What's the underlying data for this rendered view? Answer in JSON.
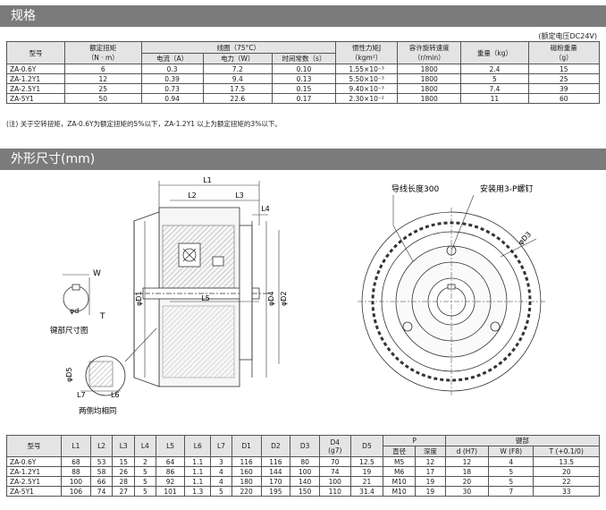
{
  "section1": {
    "title": "规格",
    "rated_note": "(额定电压DC24V)",
    "table": {
      "headers": {
        "model": "型号",
        "torque": "额定扭矩",
        "torque_unit": "（N · m）",
        "coil": "线圈（75°C）",
        "current": "电流（A）",
        "power": "电力（W）",
        "time_const": "时间常数（s）",
        "inertia": "惯性力矩J",
        "inertia_unit": "（kgm²）",
        "speed": "容许旋转速度",
        "speed_unit": "（r/min）",
        "weight": "重量（kg）",
        "powder": "磁粉重量",
        "powder_unit": "（g）"
      },
      "rows": [
        {
          "model": "ZA-0.6Y",
          "torque": "6",
          "current": "0.3",
          "power": "7.2",
          "tc": "0.10",
          "inertia": "1.55×10⁻³",
          "speed": "1800",
          "weight": "2.4",
          "powder": "15"
        },
        {
          "model": "ZA-1.2Y1",
          "torque": "12",
          "current": "0.39",
          "power": "9.4",
          "tc": "0.13",
          "inertia": "5.50×10⁻³",
          "speed": "1800",
          "weight": "5",
          "powder": "25"
        },
        {
          "model": "ZA-2.5Y1",
          "torque": "25",
          "current": "0.73",
          "power": "17.5",
          "tc": "0.15",
          "inertia": "9.40×10⁻³",
          "speed": "1800",
          "weight": "7.4",
          "powder": "39"
        },
        {
          "model": "ZA-5Y1",
          "torque": "50",
          "current": "0.94",
          "power": "22.6",
          "tc": "0.17",
          "inertia": "2.30×10⁻²",
          "speed": "1800",
          "weight": "11",
          "powder": "60"
        }
      ]
    },
    "footnote": "(注) 关于空转扭矩，ZA-0.6Y为额定扭矩的5%以下，ZA-1.2Y1 以上为额定扭矩的3%以下。"
  },
  "section2": {
    "title": "外形尺寸(mm)",
    "drawing_labels": {
      "l1": "L1",
      "l2": "L2",
      "l3": "L3",
      "l4": "L4",
      "l5": "L5",
      "l6": "L6",
      "l7": "L7",
      "d1": "φD1",
      "d2": "φD2",
      "d4": "φD4",
      "d5": "φD5",
      "d3": "φD3",
      "d": "φd",
      "w": "W",
      "t": "T",
      "lead_wire": "导线长度300",
      "mount_screw": "安装用3-P螺钉",
      "key_detail": "键部尺寸图",
      "both_sides": "两侧均相同"
    },
    "table": {
      "headers": {
        "model": "型号",
        "l1": "L1",
        "l2": "L2",
        "l3": "L3",
        "l4": "L4",
        "l5": "L5",
        "l6": "L6",
        "l7": "L7",
        "d1": "D1",
        "d2": "D2",
        "d3": "D3",
        "d4": "D4",
        "d4_tol": "(g7)",
        "d5": "D5",
        "p": "P",
        "p_dia": "直径",
        "p_depth": "深度",
        "key": "键部",
        "key_d": "d (H7)",
        "key_w": "W (F8)",
        "key_t": "T (+0.1/0)"
      },
      "rows": [
        {
          "model": "ZA-0.6Y",
          "l1": "68",
          "l2": "53",
          "l3": "15",
          "l4": "2",
          "l5": "64",
          "l6": "1.1",
          "l7": "3",
          "d1": "116",
          "d2": "116",
          "d3": "80",
          "d4": "70",
          "d5": "12.5",
          "p_dia": "M5",
          "p_depth": "12",
          "d": "12",
          "w": "4",
          "t": "13.5"
        },
        {
          "model": "ZA-1.2Y1",
          "l1": "88",
          "l2": "58",
          "l3": "26",
          "l4": "5",
          "l5": "86",
          "l6": "1.1",
          "l7": "4",
          "d1": "160",
          "d2": "144",
          "d3": "100",
          "d4": "74",
          "d5": "19",
          "p_dia": "M6",
          "p_depth": "17",
          "d": "18",
          "w": "5",
          "t": "20"
        },
        {
          "model": "ZA-2.5Y1",
          "l1": "100",
          "l2": "66",
          "l3": "28",
          "l4": "5",
          "l5": "92",
          "l6": "1.1",
          "l7": "4",
          "d1": "180",
          "d2": "170",
          "d3": "140",
          "d4": "100",
          "d5": "21",
          "p_dia": "M10",
          "p_depth": "19",
          "d": "20",
          "w": "5",
          "t": "22"
        },
        {
          "model": "ZA-5Y1",
          "l1": "106",
          "l2": "74",
          "l3": "27",
          "l4": "5",
          "l5": "101",
          "l6": "1.3",
          "l7": "5",
          "d1": "220",
          "d2": "195",
          "d3": "150",
          "d4": "110",
          "d5": "31.4",
          "p_dia": "M10",
          "p_depth": "19",
          "d": "30",
          "w": "7",
          "t": "33"
        }
      ]
    }
  }
}
